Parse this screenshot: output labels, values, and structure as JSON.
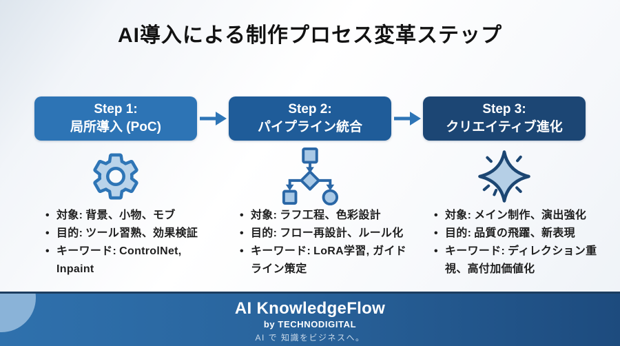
{
  "title": "AI導入による制作プロセス変革ステップ",
  "steps": [
    {
      "header_line1": "Step 1:",
      "header_line2": "局所導入 (PoC)",
      "box_color": "#2d74b5",
      "icon": "gear-icon",
      "bullets": [
        {
          "label": "対象:",
          "text": "背景、小物、モブ"
        },
        {
          "label": "目的:",
          "text": "ツール習熟、効果検証"
        },
        {
          "label": "キーワード:",
          "text": "ControlNet, Inpaint"
        }
      ]
    },
    {
      "header_line1": "Step 2:",
      "header_line2": "パイプライン統合",
      "box_color": "#1f5c99",
      "icon": "flowchart-icon",
      "bullets": [
        {
          "label": "対象:",
          "text": "ラフ工程、色彩設計"
        },
        {
          "label": "目的:",
          "text": "フロー再設計、ルール化"
        },
        {
          "label": "キーワード:",
          "text": "LoRA学習, ガイドライン策定"
        }
      ]
    },
    {
      "header_line1": "Step 3:",
      "header_line2": "クリエイティブ進化",
      "box_color": "#1c4674",
      "icon": "sparkle-icon",
      "bullets": [
        {
          "label": "対象:",
          "text": "メイン制作、演出強化"
        },
        {
          "label": "目的:",
          "text": "品質の飛躍、新表現"
        },
        {
          "label": "キーワード:",
          "text": "ディレクション重視、高付加価値化"
        }
      ]
    }
  ],
  "arrow_color": "#2e75b6",
  "icon_colors": {
    "fill_light": "#b9d3ea",
    "stroke_medium": "#2e75b6",
    "stroke_dark": "#1c4672"
  },
  "footer": {
    "brand": "AI KnowledgeFlow",
    "byline": "by TECHNODIGITAL",
    "tagline": "AI で 知識をビジネスへ。",
    "gradient_left": "#2f71ad",
    "gradient_right": "#1d4b7e"
  }
}
